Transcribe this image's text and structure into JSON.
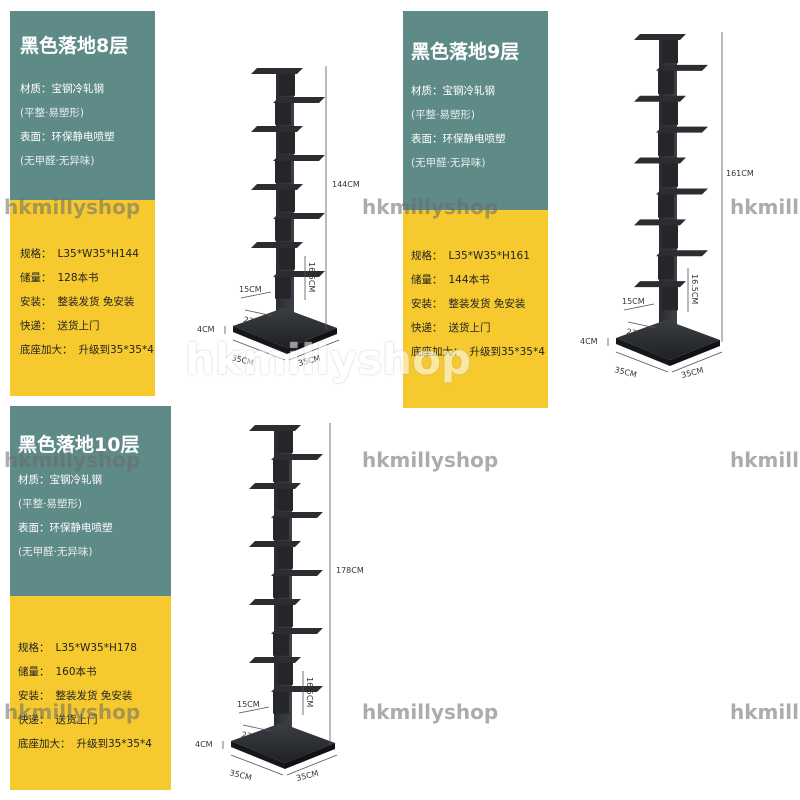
{
  "colors": {
    "teal": "#5e8a88",
    "yellow": "#f6ca2f",
    "shelf": "#2b2d31"
  },
  "watermark": "hkmillyshop",
  "watermark_clipped": "hkmill",
  "panels": [
    {
      "title": "黑色落地8层",
      "material": "材质：宝钢冷轧钢",
      "material_note": "(平整·易塑形)",
      "surface": "表面：环保静电喷塑",
      "surface_note": "(无甲醛·无异味)",
      "specs": [
        {
          "k": "规格：",
          "v": "L35*W35*H144"
        },
        {
          "k": "储量：",
          "v": "128本书"
        },
        {
          "k": "安装：",
          "v": "整装发货  免安装"
        },
        {
          "k": "快递：",
          "v": "送货上门"
        },
        {
          "k": "底座加大：",
          "v": "升级到35*35*4"
        }
      ],
      "dims": {
        "height": "144CM",
        "gap": "16.5CM",
        "w": "15CM",
        "d": "23CM",
        "base_h": "4CM",
        "base_w": "35CM",
        "base_d": "35CM"
      }
    },
    {
      "title": "黑色落地9层",
      "material": "材质：宝钢冷轧钢",
      "material_note": "(平整·易塑形)",
      "surface": "表面：环保静电喷塑",
      "surface_note": "(无甲醛·无异味)",
      "specs": [
        {
          "k": "规格：",
          "v": "L35*W35*H161"
        },
        {
          "k": "储量：",
          "v": "144本书"
        },
        {
          "k": "安装：",
          "v": "整装发货  免安装"
        },
        {
          "k": "快递：",
          "v": "送货上门"
        },
        {
          "k": "底座加大：",
          "v": "升级到35*35*4"
        }
      ],
      "dims": {
        "height": "161CM",
        "gap": "16.5CM",
        "w": "15CM",
        "d": "23CM",
        "base_h": "4CM",
        "base_w": "35CM",
        "base_d": "35CM"
      }
    },
    {
      "title": "黑色落地10层",
      "material": "材质：宝钢冷轧钢",
      "material_note": "(平整·易塑形)",
      "surface": "表面：环保静电喷塑",
      "surface_note": "(无甲醛·无异味)",
      "specs": [
        {
          "k": "规格：",
          "v": "L35*W35*H178"
        },
        {
          "k": "储量：",
          "v": "160本书"
        },
        {
          "k": "安装：",
          "v": "整装发货  免安装"
        },
        {
          "k": "快递：",
          "v": "送货上门"
        },
        {
          "k": "底座加大：",
          "v": "升级到35*35*4"
        }
      ],
      "dims": {
        "height": "178CM",
        "gap": "16.5CM",
        "w": "15CM",
        "d": "23CM",
        "base_h": "4CM",
        "base_w": "35CM",
        "base_d": "35CM"
      }
    }
  ]
}
